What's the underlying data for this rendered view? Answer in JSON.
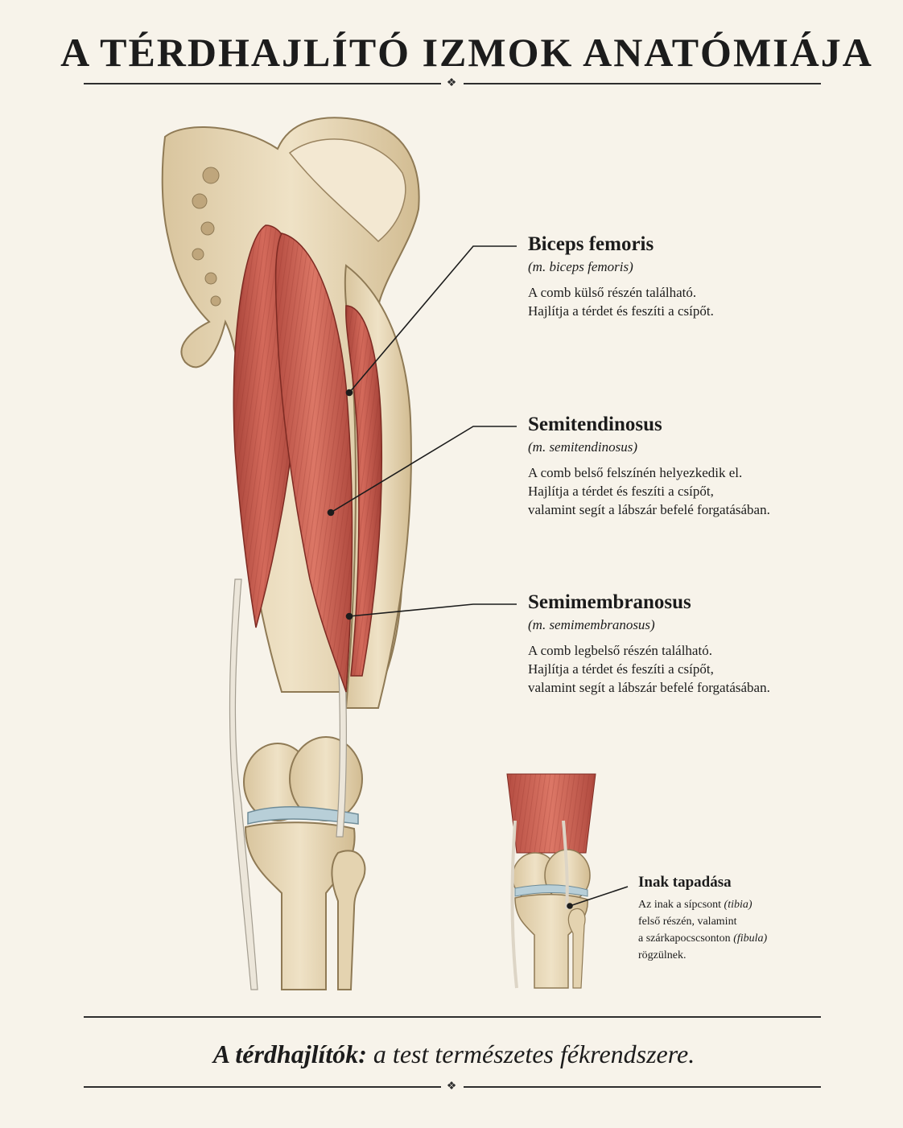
{
  "title": "A TÉRDHAJLÍTÓ IZMOK ANATÓMIÁJA",
  "ornament": "❖",
  "labels": [
    {
      "name": "Biceps femoris",
      "latin": "(m. biceps femoris)",
      "desc": [
        "A comb külső részén található.",
        "Hajlítja a térdet és feszíti a csípőt."
      ]
    },
    {
      "name": "Semitendinosus",
      "latin": "(m. semitendinosus)",
      "desc": [
        "A comb belső felszínén helyezkedik el.",
        "Hajlítja a térdet és feszíti a csípőt,",
        "valamint segít a lábszár befelé forgatásában."
      ]
    },
    {
      "name": "Semimembranosus",
      "latin": "(m. semimembranosus)",
      "desc": [
        "A comb legbelső részén található.",
        "Hajlítja a térdet és feszíti a csípőt,",
        "valamint segít a lábszár befelé forgatásában."
      ]
    }
  ],
  "inset": {
    "title": "Inak tapadása",
    "line1_a": "Az inak a sípcsont ",
    "line1_b": "(tibia)",
    "line2": "felső részén, valamint",
    "line3_a": "a szárkapocscsonton ",
    "line3_b": "(fibula)",
    "line4": "rögzülnek."
  },
  "footer": {
    "bold": "A térdhajlítók:",
    "rest": " a test természetes fékrendszere."
  },
  "colors": {
    "background": "#f7f3ea",
    "bone": "#e6d6b4",
    "muscle": "#c85a4c",
    "tendon": "#ece6da",
    "cartilage": "#b8cfd8"
  }
}
